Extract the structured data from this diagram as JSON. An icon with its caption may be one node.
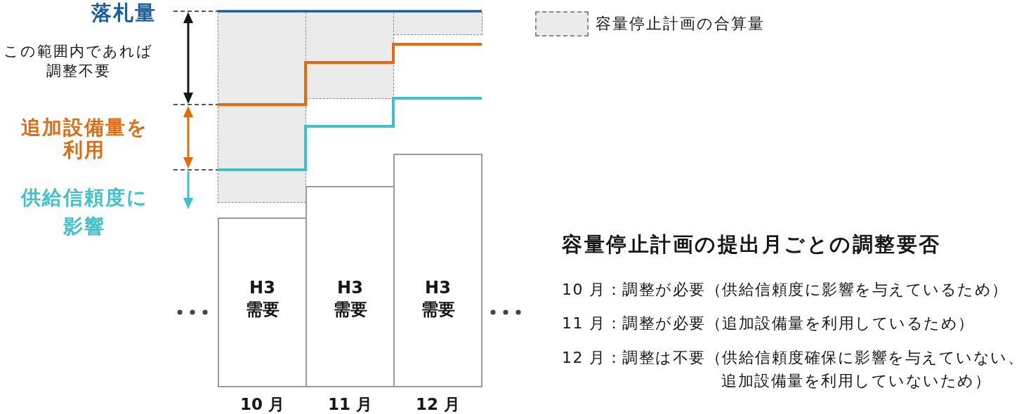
{
  "diagram": {
    "nodes": [
      {
        "text": [],
        "shape": "box"
      },
      {
        "text": [],
        "shape": "box"
      },
      {
        "text": [],
        "shape": "box"
      },
      {
        "text": [
          "H3 需要"
        ],
        "beside": [
          "10 月"
        ]
      },
      {
        "text": [
          "H3 需要"
        ],
        "beside": [
          "11 月"
        ]
      },
      {
        "text": [
          "H3 需要"
        ],
        "beside": [
          "12 月"
        ]
      }
    ],
    "labels": [
      "落札量",
      "この範囲内であれば調整不要",
      "追加設備量を利用",
      "供給信頼度に影響",
      "容量停止計画の提出月ごとの調整要否",
      "10 月：調整が必要（供給信頼度に影響を与えているため）",
      "11 月：調整が必要（追加設備量を利用しているため）",
      "12 月：調整は不要（供給信頼度確保に影響を与えていない、追加設備量を利用していないため）"
    ],
    "legend": [
      {
        "text": "容量停止計画の合算量",
        "color": "#ebebeb"
      }
    ]
  }
}
